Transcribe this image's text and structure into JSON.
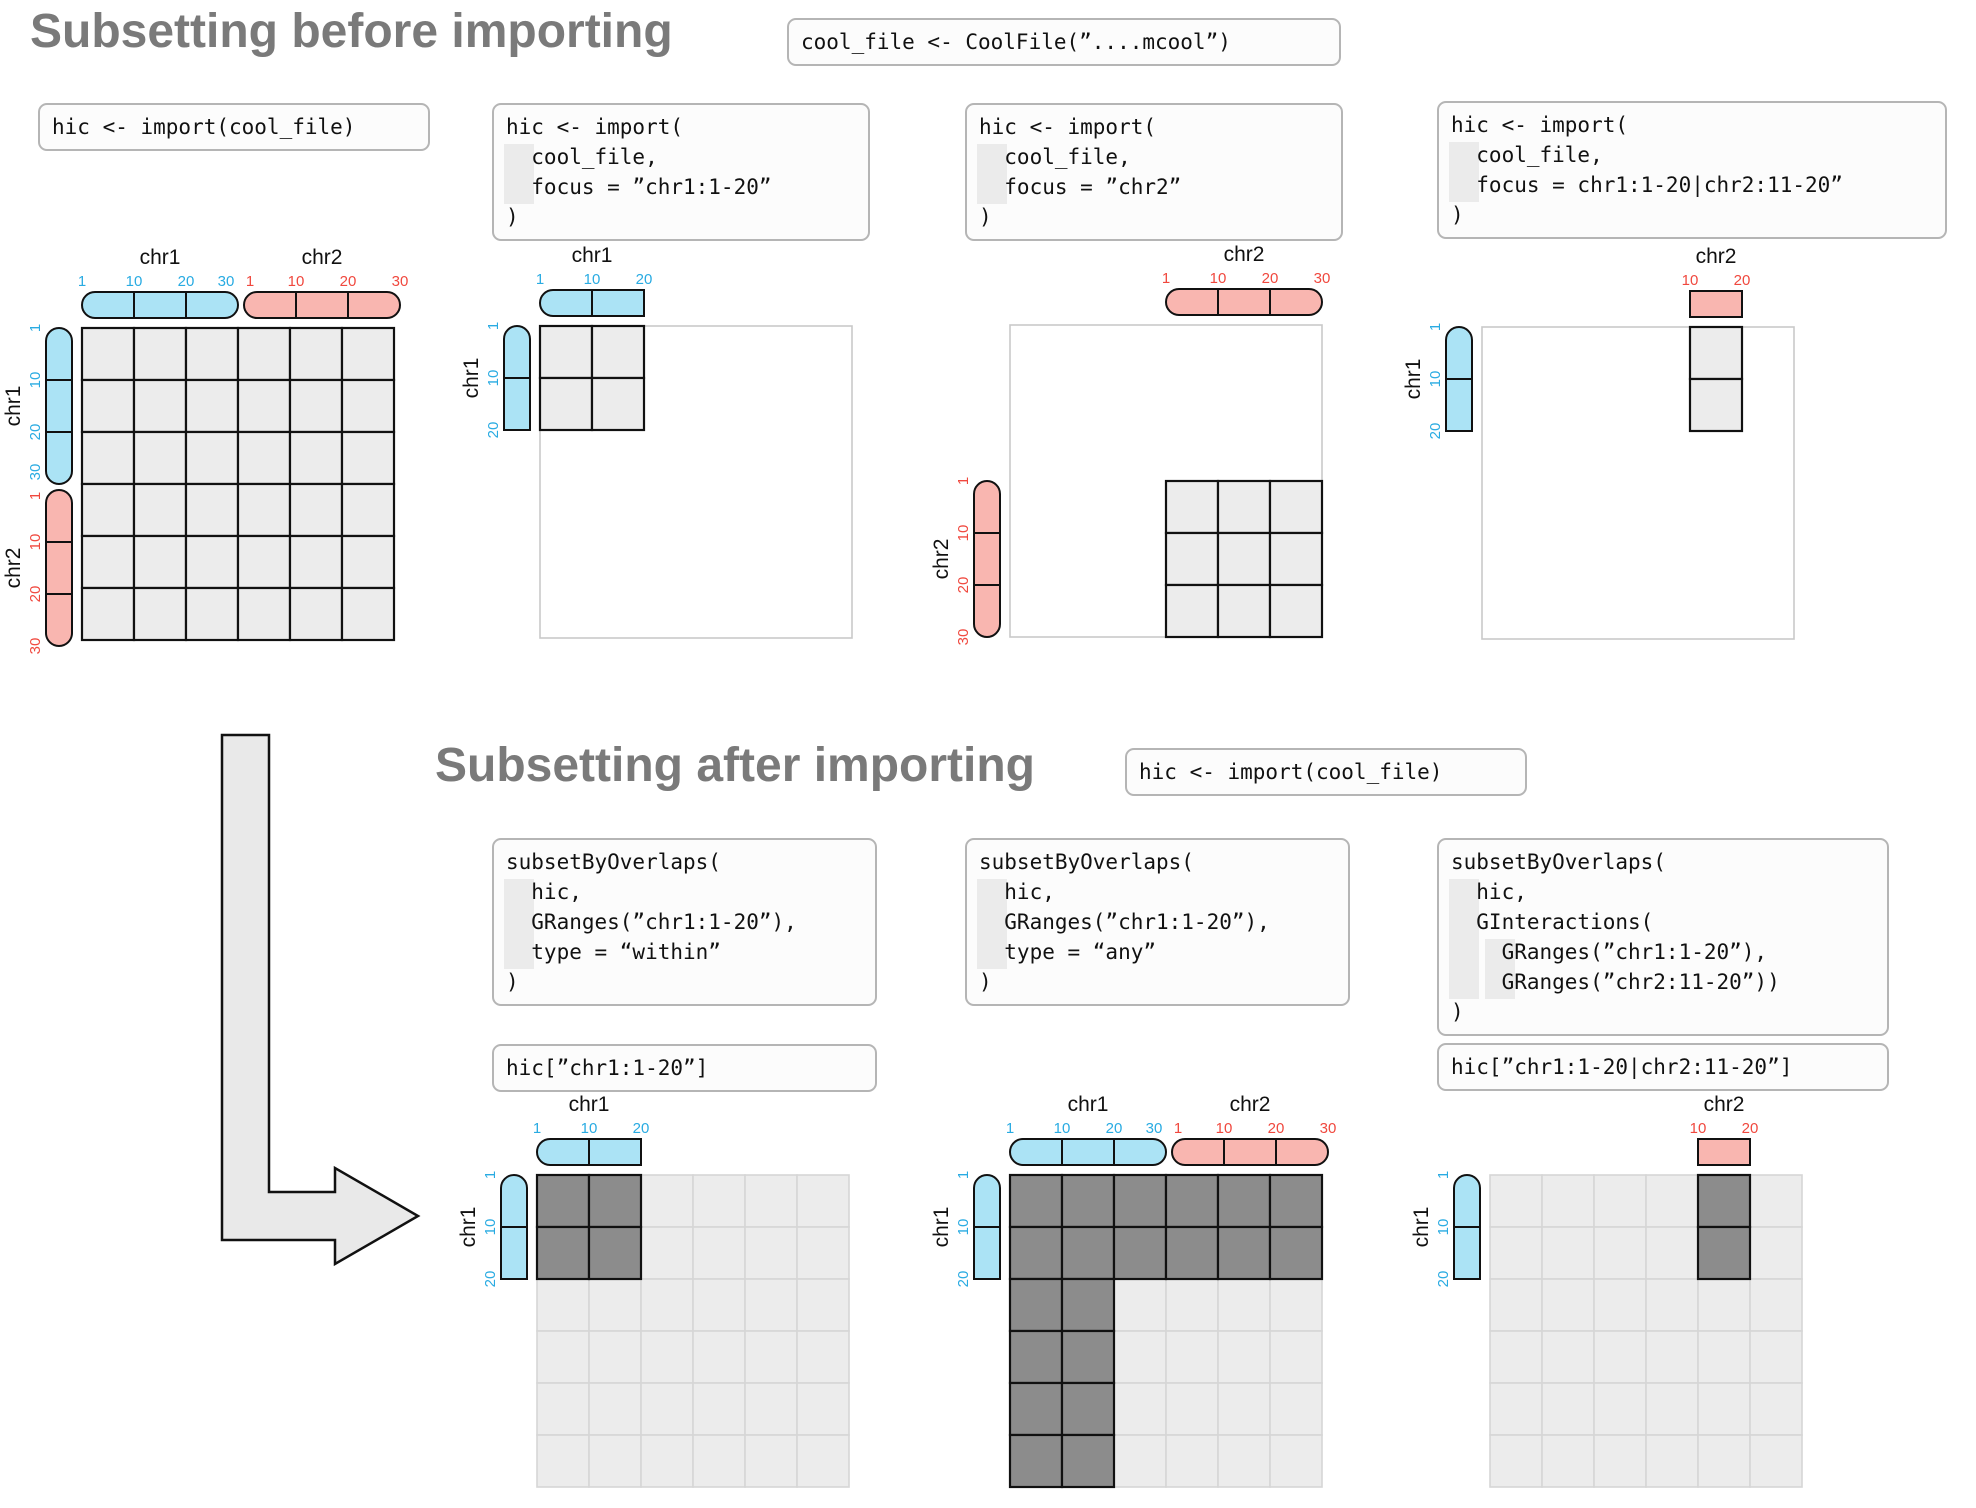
{
  "titles": {
    "before": "Subsetting before importing",
    "after": "Subsetting after importing"
  },
  "colors": {
    "blue_track": "#abe3f5",
    "red_track": "#f9b6b0",
    "cyan_tick": "#29abe2",
    "red_tick": "#f0483e",
    "dark_cell": "#8c8c8c",
    "light_cell": "#ececec",
    "light_cell_border": "#d6d6d6",
    "outline": "#c9c9c9",
    "stroke": "#111111",
    "title_gray": "#7a7a7a",
    "arrow_fill": "#e9e9e9"
  },
  "code": {
    "ctx_before": {
      "lines": [
        "cool_file <- CoolFile(”....mcool”)"
      ],
      "bars": []
    },
    "ctx_after": {
      "lines": [
        "hic <- import(cool_file)"
      ],
      "bars": []
    },
    "a1": {
      "lines": [
        "hic <- import(cool_file)"
      ],
      "bars": []
    },
    "a2": {
      "lines": [
        "hic <- import(",
        "  cool_file,",
        "  focus = ”chr1:1-20”",
        ")"
      ],
      "bars": [
        {
          "from": 1,
          "to": 2,
          "indent": 0
        }
      ]
    },
    "a3": {
      "lines": [
        "hic <- import(",
        "  cool_file,",
        "  focus = ”chr2”",
        ")"
      ],
      "bars": [
        {
          "from": 1,
          "to": 2,
          "indent": 0
        }
      ]
    },
    "a4": {
      "lines": [
        "hic <- import(",
        "  cool_file,",
        "  focus = chr1:1-20|chr2:11-20”",
        ")"
      ],
      "bars": [
        {
          "from": 1,
          "to": 2,
          "indent": 0
        }
      ]
    },
    "b1": {
      "lines": [
        "subsetByOverlaps(",
        "  hic,",
        "  GRanges(”chr1:1-20”),",
        "  type = “within”",
        ")"
      ],
      "bars": [
        {
          "from": 1,
          "to": 3,
          "indent": 0
        }
      ]
    },
    "b1_bracket": {
      "lines": [
        "hic[”chr1:1-20”]"
      ],
      "bars": []
    },
    "b2": {
      "lines": [
        "subsetByOverlaps(",
        "  hic,",
        "  GRanges(”chr1:1-20”),",
        "  type = “any”",
        ")"
      ],
      "bars": [
        {
          "from": 1,
          "to": 3,
          "indent": 0
        }
      ]
    },
    "b3": {
      "lines": [
        "subsetByOverlaps(",
        "  hic,",
        "  GInteractions(",
        "    GRanges(”chr1:1-20”),",
        "    GRanges(”chr2:11-20”))",
        ")"
      ],
      "bars": [
        {
          "from": 1,
          "to": 4,
          "indent": 0
        },
        {
          "from": 3,
          "to": 4,
          "indent": 1
        }
      ]
    },
    "b3_bracket": {
      "lines": [
        "hic[”chr1:1-20|chr2:11-20”]"
      ],
      "bars": []
    }
  },
  "matrices": {
    "a1": {
      "outline": false,
      "light_grid": false,
      "cells": [
        {
          "r0": 0,
          "r1": 5,
          "c0": 0,
          "c1": 5,
          "fill": "light"
        }
      ],
      "top": [
        {
          "name": "chr1",
          "fill": "blue_track",
          "tick_color": "cyan_tick",
          "start": 0,
          "len": 3,
          "round": [
            true,
            true
          ],
          "off": 0,
          "label_at": 1.5,
          "ticks": [
            {
              "t": "1",
              "p": 0
            },
            {
              "t": "10",
              "p": 1
            },
            {
              "t": "20",
              "p": 2
            },
            {
              "t": "30",
              "p": 3,
              "d": -12
            }
          ]
        },
        {
          "name": "chr2",
          "fill": "red_track",
          "tick_color": "red_tick",
          "start": 3,
          "len": 3,
          "round": [
            true,
            true
          ],
          "off": 6,
          "label_at": 4.5,
          "ticks": [
            {
              "t": "1",
              "p": 3,
              "d": 6
            },
            {
              "t": "10",
              "p": 4
            },
            {
              "t": "20",
              "p": 5
            },
            {
              "t": "30",
              "p": 6
            }
          ]
        }
      ],
      "left": [
        {
          "name": "chr1",
          "fill": "blue_track",
          "tick_color": "cyan_tick",
          "start": 0,
          "len": 3,
          "round": [
            true,
            true
          ],
          "off": 0,
          "label_at": 1.5,
          "ticks": [
            {
              "t": "1",
              "p": 0
            },
            {
              "t": "10",
              "p": 1
            },
            {
              "t": "20",
              "p": 2
            },
            {
              "t": "30",
              "p": 3,
              "d": -12
            }
          ]
        },
        {
          "name": "chr2",
          "fill": "red_track",
          "tick_color": "red_tick",
          "start": 3,
          "len": 3,
          "round": [
            true,
            true
          ],
          "off": 6,
          "label_at": 4.5,
          "ticks": [
            {
              "t": "1",
              "p": 3,
              "d": 6
            },
            {
              "t": "10",
              "p": 4
            },
            {
              "t": "20",
              "p": 5
            },
            {
              "t": "30",
              "p": 6
            }
          ]
        }
      ]
    },
    "a2": {
      "outline": true,
      "light_grid": false,
      "cells": [
        {
          "r0": 0,
          "r1": 1,
          "c0": 0,
          "c1": 1,
          "fill": "light"
        }
      ],
      "top": [
        {
          "name": "chr1",
          "fill": "blue_track",
          "tick_color": "cyan_tick",
          "start": 0,
          "len": 2,
          "round": [
            true,
            false
          ],
          "off": 0,
          "label_at": 1,
          "ticks": [
            {
              "t": "1",
              "p": 0
            },
            {
              "t": "10",
              "p": 1
            },
            {
              "t": "20",
              "p": 2
            }
          ]
        }
      ],
      "left": [
        {
          "name": "chr1",
          "fill": "blue_track",
          "tick_color": "cyan_tick",
          "start": 0,
          "len": 2,
          "round": [
            true,
            false
          ],
          "off": 0,
          "label_at": 1,
          "ticks": [
            {
              "t": "1",
              "p": 0
            },
            {
              "t": "10",
              "p": 1
            },
            {
              "t": "20",
              "p": 2
            }
          ]
        }
      ]
    },
    "a3": {
      "outline": true,
      "light_grid": false,
      "cells": [
        {
          "r0": 3,
          "r1": 5,
          "c0": 3,
          "c1": 5,
          "fill": "light"
        }
      ],
      "top": [
        {
          "name": "chr2",
          "fill": "red_track",
          "tick_color": "red_tick",
          "start": 3,
          "len": 3,
          "round": [
            true,
            true
          ],
          "off": 0,
          "label_at": 4.5,
          "ticks": [
            {
              "t": "1",
              "p": 3
            },
            {
              "t": "10",
              "p": 4
            },
            {
              "t": "20",
              "p": 5
            },
            {
              "t": "30",
              "p": 6
            }
          ]
        }
      ],
      "left": [
        {
          "name": "chr2",
          "fill": "red_track",
          "tick_color": "red_tick",
          "start": 3,
          "len": 3,
          "round": [
            true,
            true
          ],
          "off": 0,
          "label_at": 4.5,
          "ticks": [
            {
              "t": "1",
              "p": 3
            },
            {
              "t": "10",
              "p": 4
            },
            {
              "t": "20",
              "p": 5
            },
            {
              "t": "30",
              "p": 6
            }
          ]
        }
      ]
    },
    "a4": {
      "outline": true,
      "light_grid": false,
      "cells": [
        {
          "r0": 0,
          "r1": 1,
          "c0": 4,
          "c1": 4,
          "fill": "light"
        }
      ],
      "top": [
        {
          "name": "chr2",
          "fill": "red_track",
          "tick_color": "red_tick",
          "start": 4,
          "len": 1,
          "round": [
            false,
            false
          ],
          "off": 0,
          "label_at": 4.5,
          "ticks": [
            {
              "t": "10",
              "p": 4
            },
            {
              "t": "20",
              "p": 5
            }
          ]
        }
      ],
      "left": [
        {
          "name": "chr1",
          "fill": "blue_track",
          "tick_color": "cyan_tick",
          "start": 0,
          "len": 2,
          "round": [
            true,
            false
          ],
          "off": 0,
          "label_at": 1,
          "ticks": [
            {
              "t": "1",
              "p": 0
            },
            {
              "t": "10",
              "p": 1
            },
            {
              "t": "20",
              "p": 2
            }
          ]
        }
      ]
    },
    "b1": {
      "outline": false,
      "light_grid": true,
      "cells": [
        {
          "r0": 0,
          "r1": 1,
          "c0": 0,
          "c1": 1,
          "fill": "dark"
        }
      ],
      "top": [
        {
          "name": "chr1",
          "fill": "blue_track",
          "tick_color": "cyan_tick",
          "start": 0,
          "len": 2,
          "round": [
            true,
            false
          ],
          "off": 0,
          "label_at": 1,
          "ticks": [
            {
              "t": "1",
              "p": 0
            },
            {
              "t": "10",
              "p": 1
            },
            {
              "t": "20",
              "p": 2
            }
          ]
        }
      ],
      "left": [
        {
          "name": "chr1",
          "fill": "blue_track",
          "tick_color": "cyan_tick",
          "start": 0,
          "len": 2,
          "round": [
            true,
            false
          ],
          "off": 0,
          "label_at": 1,
          "ticks": [
            {
              "t": "1",
              "p": 0
            },
            {
              "t": "10",
              "p": 1
            },
            {
              "t": "20",
              "p": 2
            }
          ]
        }
      ]
    },
    "b2": {
      "outline": false,
      "light_grid": true,
      "cells": [
        {
          "r0": 0,
          "r1": 1,
          "c0": 0,
          "c1": 5,
          "fill": "dark"
        },
        {
          "r0": 2,
          "r1": 5,
          "c0": 0,
          "c1": 1,
          "fill": "dark"
        }
      ],
      "top": [
        {
          "name": "chr1",
          "fill": "blue_track",
          "tick_color": "cyan_tick",
          "start": 0,
          "len": 3,
          "round": [
            true,
            true
          ],
          "off": 0,
          "label_at": 1.5,
          "ticks": [
            {
              "t": "1",
              "p": 0
            },
            {
              "t": "10",
              "p": 1
            },
            {
              "t": "20",
              "p": 2
            },
            {
              "t": "30",
              "p": 3,
              "d": -12
            }
          ]
        },
        {
          "name": "chr2",
          "fill": "red_track",
          "tick_color": "red_tick",
          "start": 3,
          "len": 3,
          "round": [
            true,
            true
          ],
          "off": 6,
          "label_at": 4.5,
          "ticks": [
            {
              "t": "1",
              "p": 3,
              "d": 6
            },
            {
              "t": "10",
              "p": 4
            },
            {
              "t": "20",
              "p": 5
            },
            {
              "t": "30",
              "p": 6
            }
          ]
        }
      ],
      "left": [
        {
          "name": "chr1",
          "fill": "blue_track",
          "tick_color": "cyan_tick",
          "start": 0,
          "len": 2,
          "round": [
            true,
            false
          ],
          "off": 0,
          "label_at": 1,
          "ticks": [
            {
              "t": "1",
              "p": 0
            },
            {
              "t": "10",
              "p": 1
            },
            {
              "t": "20",
              "p": 2
            }
          ]
        }
      ]
    },
    "b3": {
      "outline": false,
      "light_grid": true,
      "cells": [
        {
          "r0": 0,
          "r1": 1,
          "c0": 4,
          "c1": 4,
          "fill": "dark"
        }
      ],
      "top": [
        {
          "name": "chr2",
          "fill": "red_track",
          "tick_color": "red_tick",
          "start": 4,
          "len": 1,
          "round": [
            false,
            false
          ],
          "off": 0,
          "label_at": 4.5,
          "ticks": [
            {
              "t": "10",
              "p": 4
            },
            {
              "t": "20",
              "p": 5
            }
          ]
        }
      ],
      "left": [
        {
          "name": "chr1",
          "fill": "blue_track",
          "tick_color": "cyan_tick",
          "start": 0,
          "len": 2,
          "round": [
            true,
            false
          ],
          "off": 0,
          "label_at": 1,
          "ticks": [
            {
              "t": "1",
              "p": 0
            },
            {
              "t": "10",
              "p": 1
            },
            {
              "t": "20",
              "p": 2
            }
          ]
        }
      ]
    }
  }
}
